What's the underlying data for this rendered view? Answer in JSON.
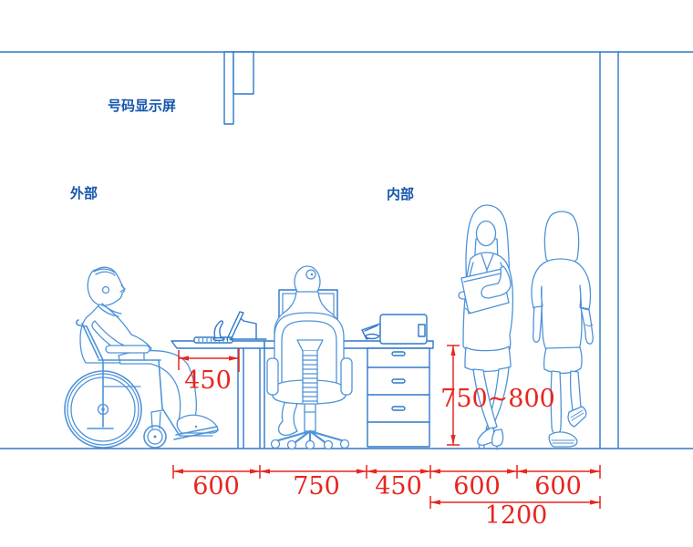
{
  "labels": {
    "display_screen": "号码显示屏",
    "outside": "外部",
    "inside": "内部"
  },
  "dimensions": {
    "knee_clearance": "450",
    "counter_height": "750~800",
    "chain": [
      "600",
      "750",
      "450",
      "600",
      "600"
    ],
    "inner_total": "1200"
  },
  "colors": {
    "furniture_line": "#2e78c8",
    "figure_line": "#4e93d9",
    "label_text": "#1456ad",
    "dimension_red": "#e8251f",
    "background": "#ffffff"
  }
}
